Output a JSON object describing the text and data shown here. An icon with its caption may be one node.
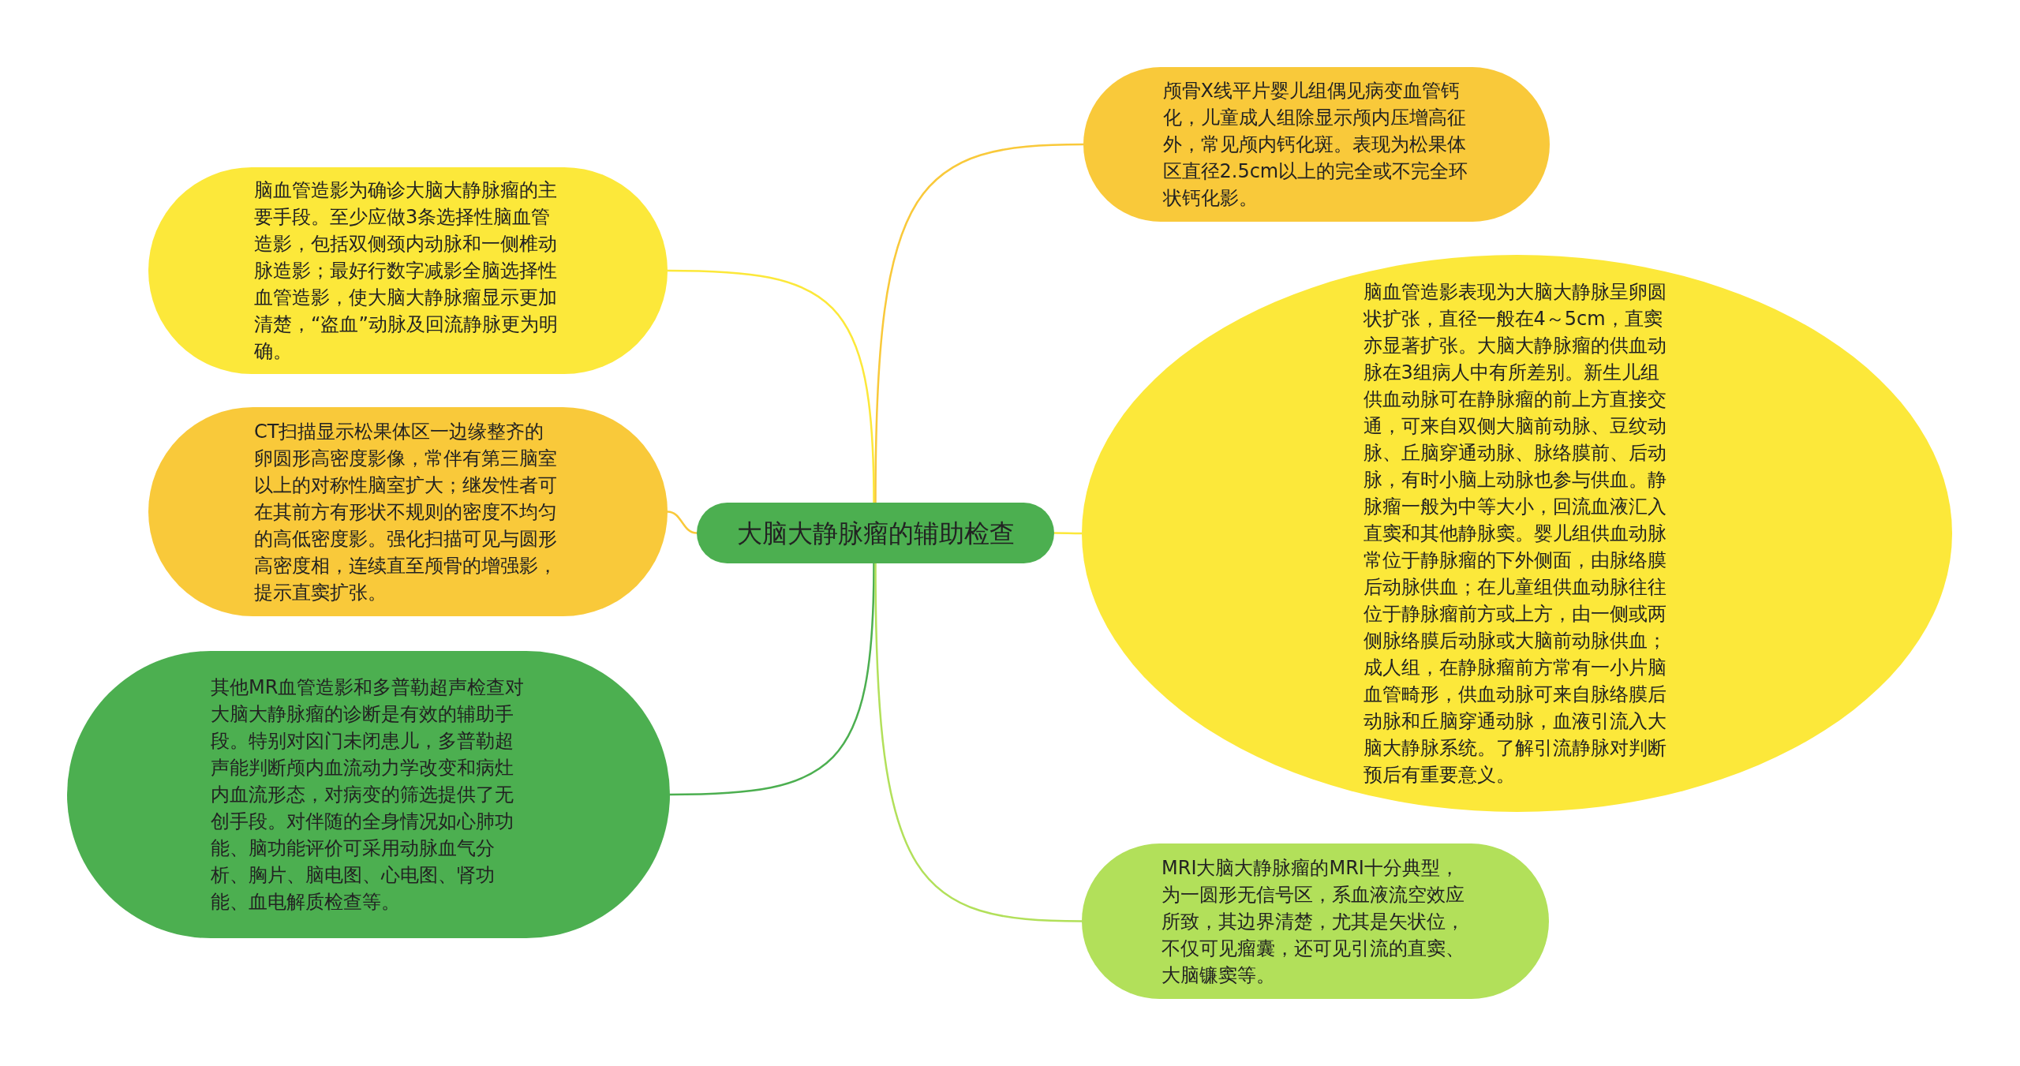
{
  "diagram": {
    "nodes": [
      {
        "text": [
          "大脑大静脉瘤的辅助检查"
        ]
      },
      {
        "text": [
          "脑血管造影为确诊大脑大静脉瘤的主要手段。至少应做3条选择性脑血管造影，包括双侧颈内动脉和一侧椎动脉造影；最好行数字减影全脑选择性血管造影，使大脑大静脉瘤显示更加清楚，“盗血”动脉及回流静脉更为明确。"
        ]
      },
      {
        "text": [
          "CT扫描显示松果体区一边缘整齐的卵圆形高密度影像，常伴有第三脑室以上的对称性脑室扩大；继发性者可在其前方有形状不规则的密度不均匀的高低密度影。强化扫描可见与圆形高密度相，连续直至颅骨的增强影，提示直窦扩张。"
        ]
      },
      {
        "text": [
          "其他MR血管造影和多普勒超声检查对大脑大静脉瘤的诊断是有效的辅助手段。特别对囟门未闭患儿，多普勒超声能判断颅内血流动力学改变和病灶内血流形态，对病变的筛选提供了无创手段。对伴随的全身情况如心肺功能、脑功能评价可采用动脉血气分析、胸片、脑电图、心电图、肾功能、血电解质检查等。"
        ]
      },
      {
        "text": [
          "颅骨X线平片婴儿组偶见病变血管钙化，儿童成人组除显示颅内压增高征外，常见颅内钙化斑。表现为松果体区直径2.5cm以上的完全或不完全环状钙化影。"
        ]
      },
      {
        "text": [
          "脑血管造影表现为大脑大静脉呈卵圆状扩张，直径一般在4～5cm，直窦亦显著扩张。大脑大静脉瘤的供血动脉在3组病人中有所差别。新生儿组供血动脉可在静脉瘤的前上方直接交通，可来自双侧大脑前动脉、豆纹动脉、丘脑穿通动脉、脉络膜前、后动脉，有时小脑上动脉也参与供血。静脉瘤一般为中等大小，回流血液汇入直窦和其他静脉窦。婴儿组供血动脉常位于静脉瘤的下外侧面，由脉络膜后动脉供血；在儿童组供血动脉往往位于静脉瘤前方或上方，由一侧或两侧脉络膜后动脉或大脑前动脉供血；成人组，在静脉瘤前方常有一小片脑血管畸形，供血动脉可来自脉络膜后动脉和丘脑穿通动脉，血液引流入大脑大静脉系统。了解引流静脉对判断预后有重要意义。"
        ]
      },
      {
        "text": [
          "MRI大脑大静脉瘤的MRI十分典型，为一圆形无信号区，系血液流空效应所致，其边界清楚，尤其是矢状位，不仅可见瘤囊，还可见引流的直窦、大脑镰窦等。"
        ]
      }
    ],
    "edges": [
      {
        "from": 0,
        "to": 1,
        "arrow": "none",
        "color": "#fce83a"
      },
      {
        "from": 0,
        "to": 2,
        "arrow": "none",
        "color": "#f9c93a"
      },
      {
        "from": 0,
        "to": 3,
        "arrow": "none",
        "color": "#4caf50"
      },
      {
        "from": 0,
        "to": 4,
        "arrow": "none",
        "color": "#f9c93a"
      },
      {
        "from": 0,
        "to": 5,
        "arrow": "none",
        "color": "#fce83a"
      },
      {
        "from": 0,
        "to": 6,
        "arrow": "none",
        "color": "#b2e05a"
      }
    ]
  }
}
